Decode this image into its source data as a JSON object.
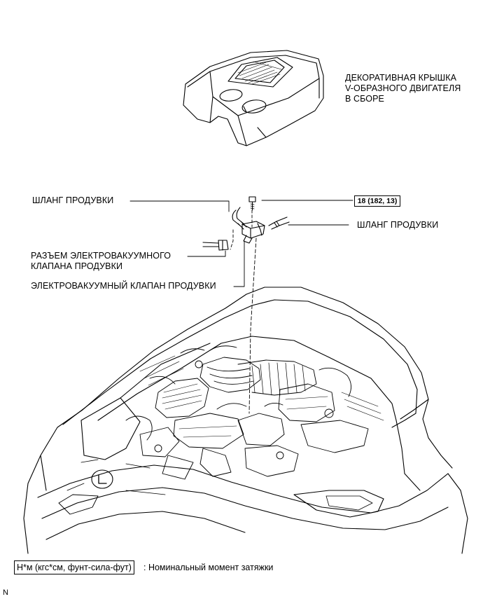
{
  "labels": {
    "engine_cover": [
      "ДЕКОРАТИВНАЯ КРЫШКА",
      "V-ОБРАЗНОГО ДВИГАТЕЛЯ",
      "В СБОРЕ"
    ],
    "purge_hose_left": "ШЛАНГ ПРОДУВКИ",
    "purge_hose_right": "ШЛАНГ ПРОДУВКИ",
    "vsv_connector": [
      "РАЗЪЕМ ЭЛЕКТРОВАКУУМНОГО",
      "КЛАПАНА ПРОДУВКИ"
    ],
    "vsv": "ЭЛЕКТРОВАКУУМНЫЙ КЛАПАН ПРОДУВКИ",
    "torque_spec": "18 (182, 13)"
  },
  "legend": {
    "box_text": "Н*м (кгс*см, фунт-сила-фут)",
    "description": ": Номинальный момент затяжки"
  },
  "corner_mark": "N"
}
